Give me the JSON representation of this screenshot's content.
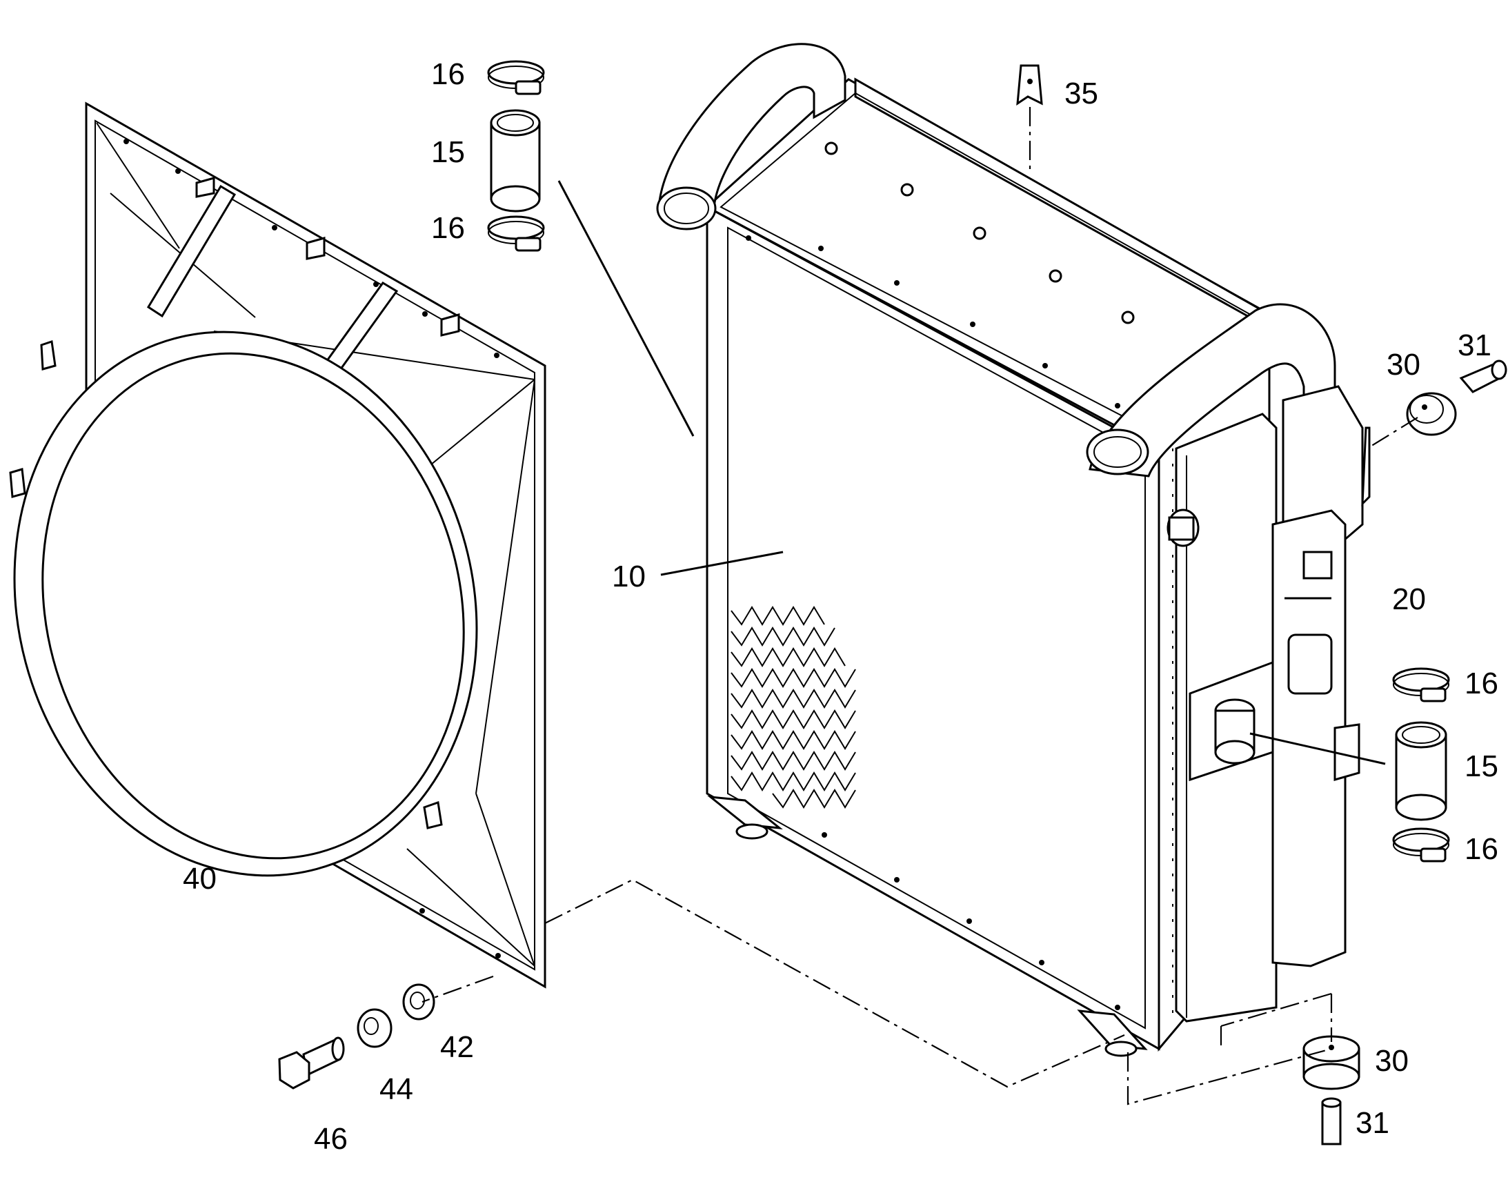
{
  "labels": {
    "l10": "10",
    "l15a": "15",
    "l15b": "15",
    "l16a": "16",
    "l16b": "16",
    "l16c": "16",
    "l16d": "16",
    "l20": "20",
    "l30a": "30",
    "l30b": "30",
    "l31a": "31",
    "l31b": "31",
    "l35": "35",
    "l40": "40",
    "l42": "42",
    "l44": "44",
    "l46": "46"
  }
}
